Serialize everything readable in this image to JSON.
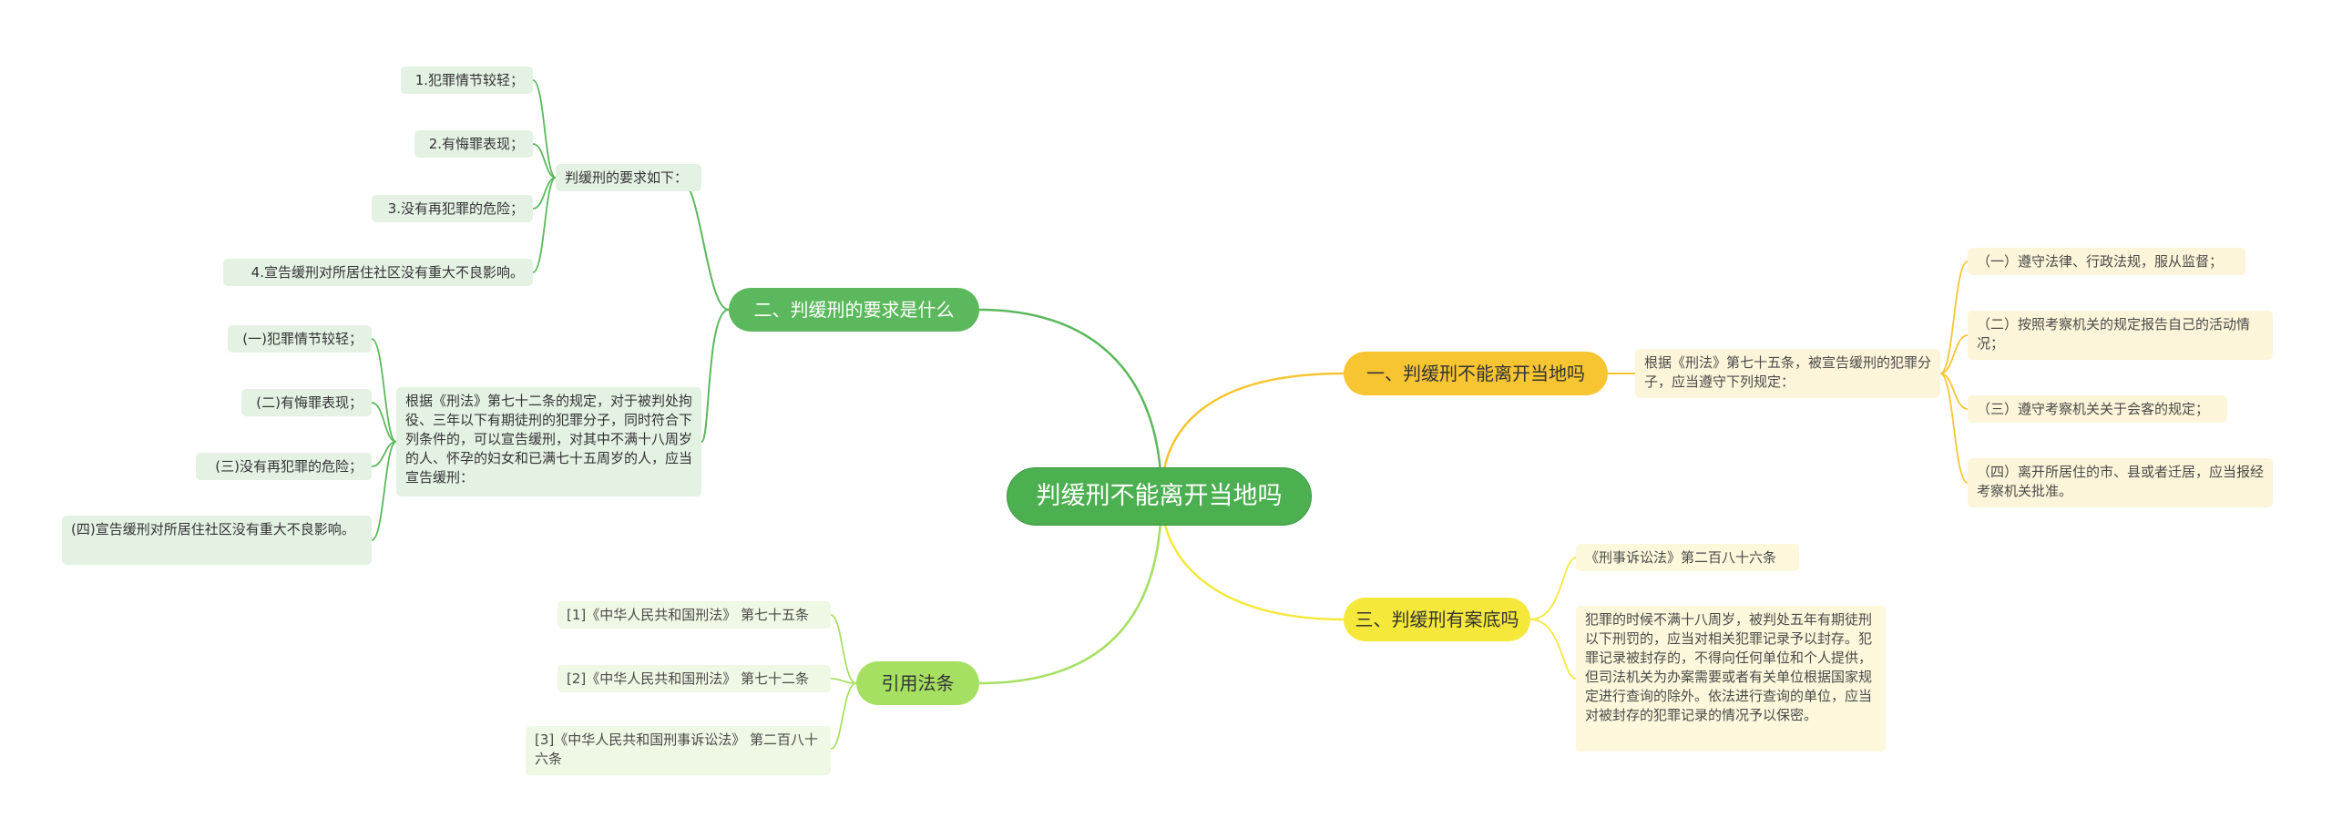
{
  "root": {
    "label": "判缓刑不能离开当地吗"
  },
  "branches": {
    "b1": {
      "label": "一、判缓刑不能离开当地吗",
      "intro": "根据《刑法》第七十五条，被宣告缓刑的犯罪分子，应当遵守下列规定：",
      "items": [
        "（一）遵守法律、行政法规，服从监督；",
        "（二）按照考察机关的规定报告自己的活动情况；",
        "（三）遵守考察机关关于会客的规定；",
        "（四）离开所居住的市、县或者迁居，应当报经考察机关批准。"
      ]
    },
    "b2": {
      "label": "二、判缓刑的要求是什么",
      "req_title": "判缓刑的要求如下：",
      "req_items": [
        "1.犯罪情节较轻；",
        "2.有悔罪表现；",
        "3.没有再犯罪的危险；",
        "4.宣告缓刑对所居住社区没有重大不良影响。"
      ],
      "law_text": "根据《刑法》第七十二条的规定，对于被判处拘役、三年以下有期徒刑的犯罪分子，同时符合下列条件的，可以宣告缓刑，对其中不满十八周岁的人、怀孕的妇女和已满七十五周岁的人，应当宣告缓刑：",
      "law_items": [
        "(一)犯罪情节较轻；",
        "(二)有悔罪表现；",
        "(三)没有再犯罪的危险；",
        "(四)宣告缓刑对所居住社区没有重大不良影响。"
      ]
    },
    "b3": {
      "label": "三、判缓刑有案底吗",
      "ref": "《刑事诉讼法》第二百八十六条",
      "text": "犯罪的时候不满十八周岁，被判处五年有期徒刑以下刑罚的，应当对相关犯罪记录予以封存。犯罪记录被封存的，不得向任何单位和个人提供，但司法机关为办案需要或者有关单位根据国家规定进行查询的除外。依法进行查询的单位，应当对被封存的犯罪记录的情况予以保密。"
    },
    "b4": {
      "label": "引用法条",
      "items": [
        "[1]《中华人民共和国刑法》 第七十五条",
        "[2]《中华人民共和国刑法》 第七十二条",
        "[3]《中华人民共和国刑事诉讼法》 第二百八十六条"
      ]
    }
  },
  "colors": {
    "green": "#5cb85c",
    "yellow": "#f7c531",
    "gold": "#f5e83a",
    "lime": "#a6e062"
  }
}
